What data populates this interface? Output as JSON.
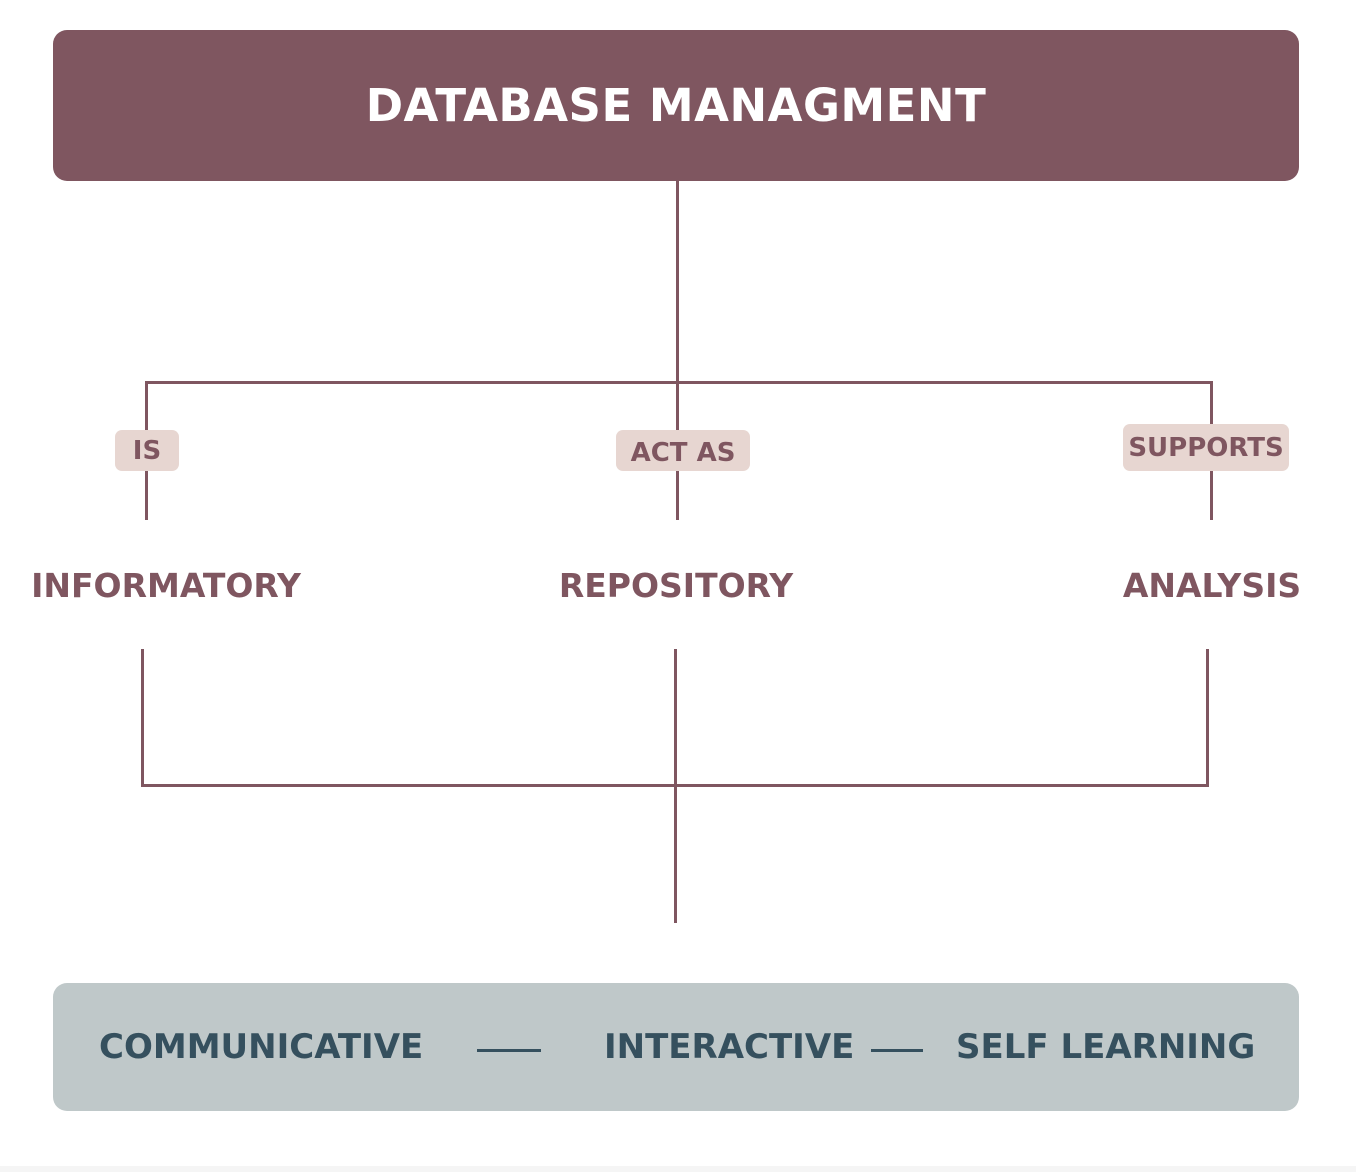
{
  "header": {
    "title": "DATABASE MANAGMENT"
  },
  "relations": [
    {
      "tag": "IS",
      "node": "INFORMATORY"
    },
    {
      "tag": "ACT AS",
      "node": "REPOSITORY"
    },
    {
      "tag": "SUPPORTS",
      "node": "ANALYSIS"
    }
  ],
  "footer": {
    "items": [
      "COMMUNICATIVE",
      "INTERACTIVE",
      "SELF LEARNING"
    ]
  },
  "colors": {
    "primary": "#7f5660",
    "tag_background": "#e7d6d1",
    "footer_background": "#bfc8c9",
    "footer_text": "#35505e"
  }
}
